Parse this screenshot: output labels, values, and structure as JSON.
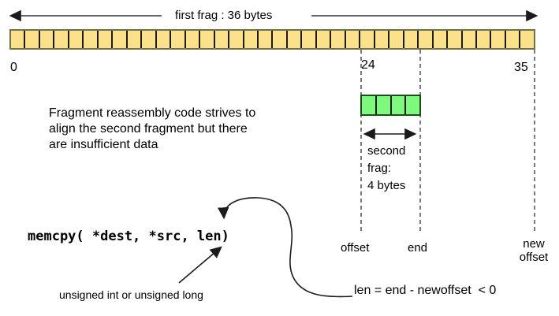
{
  "diagram": {
    "title": "first frag : 36 bytes",
    "first_frag": {
      "cell_count": 36,
      "start_label": "0",
      "second_frag_offset_label": "24",
      "last_byte_label": "35"
    },
    "second_frag": {
      "cell_count": 4,
      "label": "second\nfrag:\n4 bytes"
    },
    "note": "Fragment reassembly code strives to\nalign the second fragment but there\nare insufficient data",
    "code": "memcpy( *dest, *src, len)",
    "code_annotation": "unsigned int or unsigned long",
    "markers": {
      "offset": "offset",
      "end": "end",
      "new_offset": "new\noffset"
    },
    "formula": "len = end - newoffset  < 0",
    "colors": {
      "first_frag_fill": "#FBE18A",
      "second_frag_fill": "#7DF97D",
      "line": "#333333",
      "dashed_line": "#5a5a5a"
    }
  }
}
